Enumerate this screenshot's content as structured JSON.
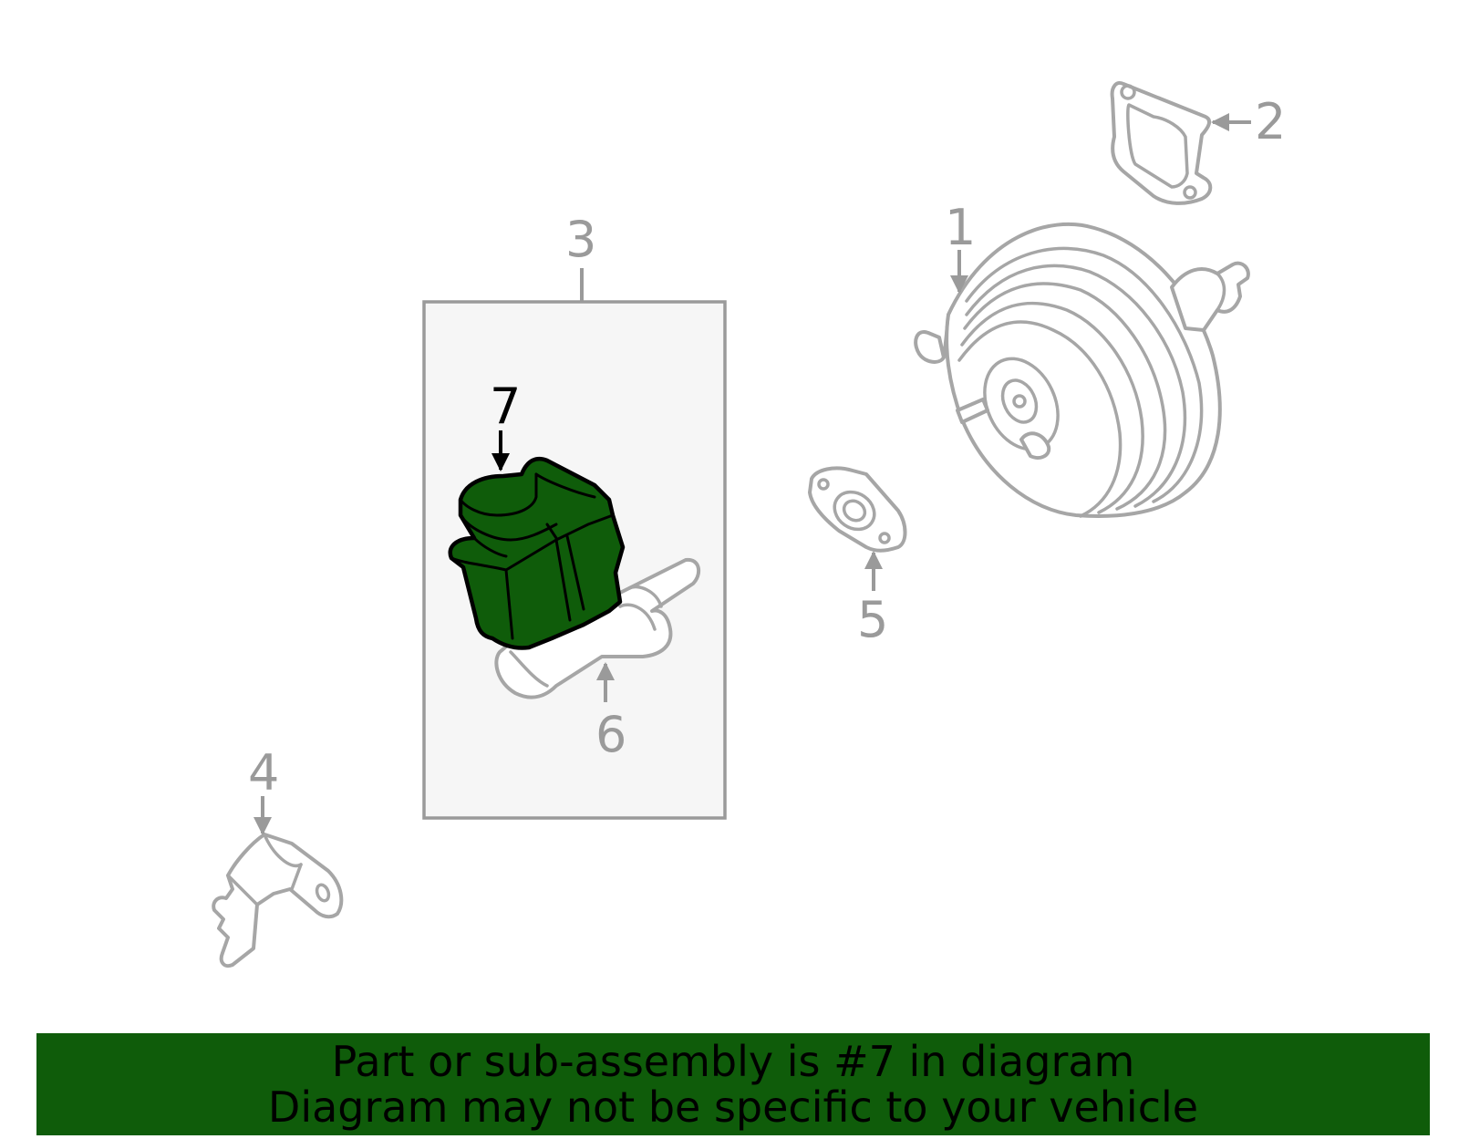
{
  "colors": {
    "highlight_fill": "#0f5c0a",
    "banner_bg": "#0f5c0a",
    "part_stroke": "#a6a6a6",
    "callout_gray": "#9a9a9a",
    "assembly_box_bg": "#f6f6f6"
  },
  "callouts": {
    "c1": "1",
    "c2": "2",
    "c3": "3",
    "c4": "4",
    "c5": "5",
    "c6": "6",
    "c7": "7"
  },
  "highlighted_part": "7",
  "banner": {
    "line1": "Part or sub-assembly is #7 in diagram",
    "line2": "Diagram may not be specific to your vehicle"
  }
}
